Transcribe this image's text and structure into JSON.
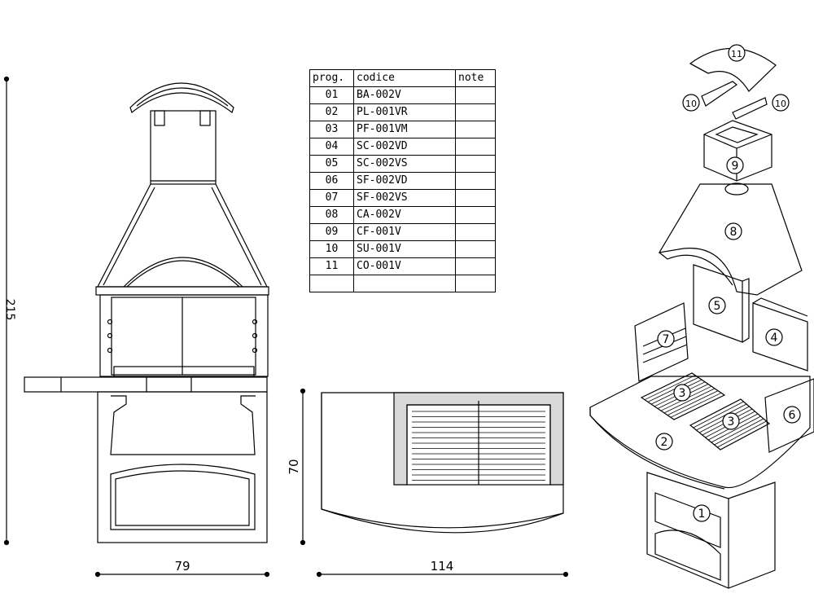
{
  "table": {
    "headers": [
      "prog.",
      "codice",
      "note"
    ],
    "rows": [
      {
        "prog": "01",
        "codice": "BA-002V",
        "note": ""
      },
      {
        "prog": "02",
        "codice": "PL-001VR",
        "note": ""
      },
      {
        "prog": "03",
        "codice": "PF-001VM",
        "note": ""
      },
      {
        "prog": "04",
        "codice": "SC-002VD",
        "note": ""
      },
      {
        "prog": "05",
        "codice": "SC-002VS",
        "note": ""
      },
      {
        "prog": "06",
        "codice": "SF-002VD",
        "note": ""
      },
      {
        "prog": "07",
        "codice": "SF-002VS",
        "note": ""
      },
      {
        "prog": "08",
        "codice": "CA-002V",
        "note": ""
      },
      {
        "prog": "09",
        "codice": "CF-001V",
        "note": ""
      },
      {
        "prog": "10",
        "codice": "SU-001V",
        "note": ""
      },
      {
        "prog": "11",
        "codice": "CO-001V",
        "note": ""
      },
      {
        "prog": "",
        "codice": "",
        "note": ""
      }
    ]
  },
  "dimensions": {
    "height": "215",
    "width_front": "79",
    "depth": "70",
    "width_top": "114"
  },
  "part_labels": [
    "1",
    "2",
    "3",
    "3",
    "4",
    "5",
    "6",
    "7",
    "8",
    "9",
    "10",
    "10",
    "11"
  ]
}
